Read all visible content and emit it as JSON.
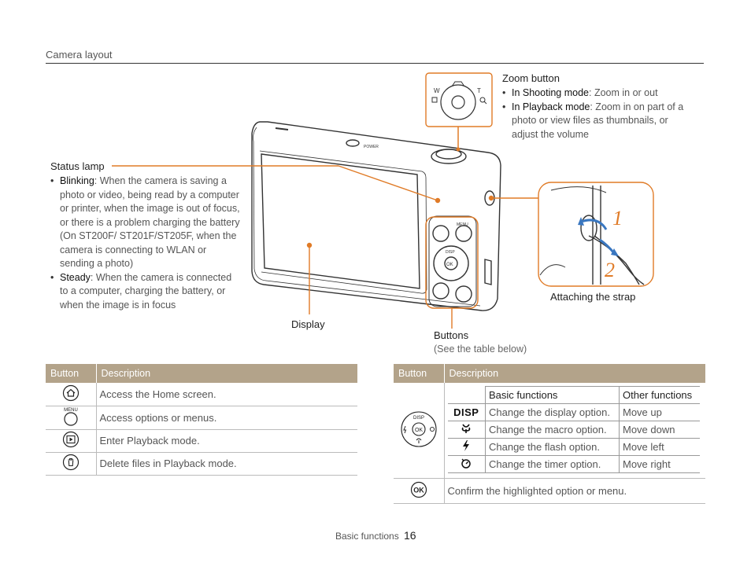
{
  "header": {
    "section_title": "Camera layout"
  },
  "zoom": {
    "title": "Zoom button",
    "items": [
      {
        "mode": "In Shooting mode",
        "text": ": Zoom in or out"
      },
      {
        "mode": "In Playback mode",
        "text": ": Zoom in on part of a photo or view files as thumbnails, or adjust the volume"
      }
    ],
    "w_label": "W",
    "t_label": "T"
  },
  "status_lamp": {
    "title": "Status lamp",
    "items": [
      {
        "mode": "Blinking",
        "text": ": When the camera is saving a photo or video, being read by a computer or printer, when the image is out of focus, or there is a problem charging the battery (On ST200F/ ST201F/ST205F, when the camera is connecting to WLAN or sending a photo)"
      },
      {
        "mode": "Steady",
        "text": ": When the camera is connected to a computer, charging the battery, or when the image is in focus"
      }
    ]
  },
  "camera_labels": {
    "power": "POWER",
    "menu": "MENU",
    "disp": "DISP",
    "ok": "OK"
  },
  "display_label": "Display",
  "buttons_label": {
    "title": "Buttons",
    "sub": "(See the table below)"
  },
  "strap": {
    "caption": "Attaching the strap",
    "step1": "1",
    "step2": "2"
  },
  "left_table": {
    "headers": [
      "Button",
      "Description"
    ],
    "rows": [
      {
        "icon": "home-icon",
        "description": "Access the Home screen."
      },
      {
        "icon": "menu-icon",
        "icon_label": "MENU",
        "description": "Access options or menus."
      },
      {
        "icon": "playback-icon",
        "description": "Enter Playback mode."
      },
      {
        "icon": "delete-icon",
        "description": "Delete files in Playback mode."
      }
    ]
  },
  "right_table": {
    "headers": [
      "Button",
      "Description"
    ],
    "inner_headers": [
      "Basic functions",
      "Other functions"
    ],
    "inner_rows": [
      {
        "icon": "disp-icon",
        "icon_label": "DISP",
        "basic": "Change the display option.",
        "other": "Move up"
      },
      {
        "icon": "macro-icon",
        "basic": "Change the macro option.",
        "other": "Move down"
      },
      {
        "icon": "flash-icon",
        "basic": "Change the flash option.",
        "other": "Move left"
      },
      {
        "icon": "timer-icon",
        "basic": "Change the timer option.",
        "other": "Move right"
      }
    ],
    "ok_row": {
      "icon": "ok-icon",
      "icon_label": "OK",
      "description": "Confirm the highlighted option or menu."
    }
  },
  "footer": {
    "section": "Basic functions",
    "page": "16"
  },
  "colors": {
    "accent": "#e07b27",
    "table_header": "#b3a38a"
  }
}
